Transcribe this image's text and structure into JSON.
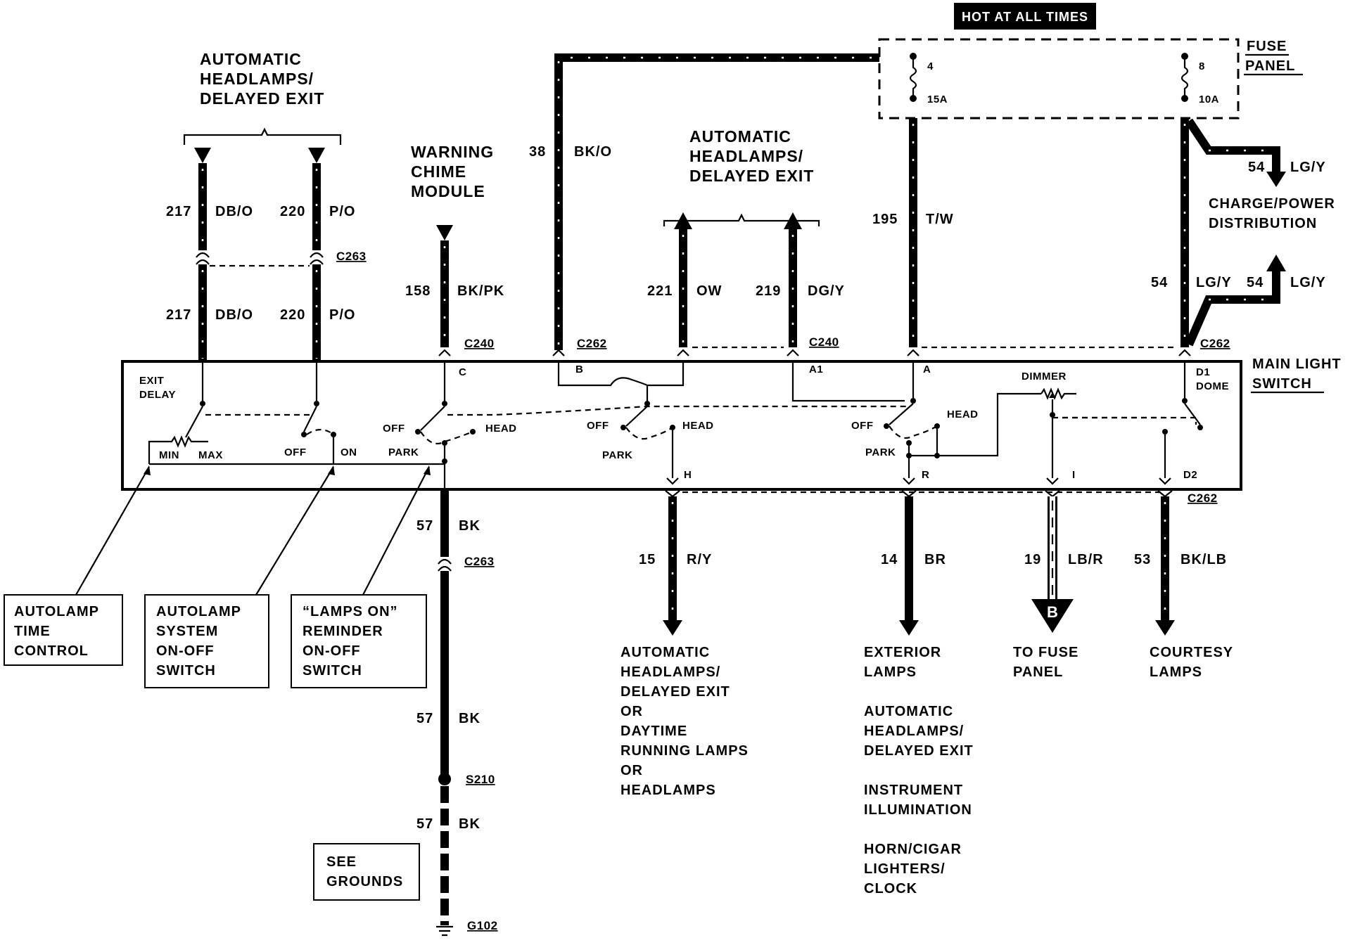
{
  "hot_label": "HOT AT ALL TIMES",
  "fuse_panel": {
    "label_line1": "FUSE",
    "label_line2": "PANEL",
    "fuse_a_num": "4",
    "fuse_a_amp": "15A",
    "fuse_b_num": "8",
    "fuse_b_amp": "10A"
  },
  "switch_label": {
    "line1": "MAIN LIGHT",
    "line2": "SWITCH"
  },
  "connectors": {
    "c263": "C263",
    "c240": "C240",
    "c262": "C262",
    "s210": "S210",
    "g102": "G102"
  },
  "destinations": {
    "auto_headlamps_left": [
      "AUTOMATIC",
      "HEADLAMPS/",
      "DELAYED EXIT"
    ],
    "auto_headlamps_mid": [
      "AUTOMATIC",
      "HEADLAMPS/",
      "DELAYED EXIT"
    ],
    "warning_chime": [
      "WARNING",
      "CHIME",
      "MODULE"
    ],
    "charge_power": [
      "CHARGE/POWER",
      "DISTRIBUTION"
    ],
    "out_r_y": [
      "AUTOMATIC",
      "HEADLAMPS/",
      "DELAYED EXIT",
      " OR",
      "DAYTIME",
      "RUNNING LAMPS",
      "  OR",
      "HEADLAMPS"
    ],
    "out_br_a": [
      "EXTERIOR",
      "LAMPS"
    ],
    "out_br_b": [
      "AUTOMATIC",
      "HEADLAMPS/",
      "DELAYED EXIT"
    ],
    "out_br_c": [
      "INSTRUMENT",
      "ILLUMINATION"
    ],
    "out_br_d": [
      "HORN/CIGAR",
      "LIGHTERS/",
      "CLOCK"
    ],
    "to_fuse_panel": [
      "TO FUSE",
      "PANEL"
    ],
    "courtesy": [
      "COURTESY",
      "LAMPS"
    ],
    "fuse_ref": "B"
  },
  "callouts": {
    "autolamp_time": [
      "AUTOLAMP",
      "TIME",
      "CONTROL"
    ],
    "autolamp_system": [
      "AUTOLAMP",
      "SYSTEM",
      "ON-OFF",
      "SWITCH"
    ],
    "lamps_on": [
      "“LAMPS ON”",
      "REMINDER",
      "ON-OFF",
      "SWITCH"
    ],
    "see_grounds": [
      "SEE",
      "GROUNDS"
    ]
  },
  "wires": {
    "w217_num": "217",
    "w217_color": "DB/O",
    "w220_num": "220",
    "w220_color": "P/O",
    "w158_num": "158",
    "w158_color": "BK/PK",
    "w38_num": "38",
    "w38_color": "BK/O",
    "w221_num": "221",
    "w221_color": "OW",
    "w219_num": "219",
    "w219_color": "DG/Y",
    "w195_num": "195",
    "w195_color": "T/W",
    "w54_num": "54",
    "w54_color": "LG/Y",
    "w57_num": "57",
    "w57_color": "BK",
    "w15_num": "15",
    "w15_color": "R/Y",
    "w14_num": "14",
    "w14_color": "BR",
    "w19_num": "19",
    "w19_color": "LB/R",
    "w53_num": "53",
    "w53_color": "BK/LB"
  },
  "pins": {
    "c": "C",
    "b": "B",
    "a1": "A1",
    "a": "A",
    "d1": "D1",
    "h": "H",
    "r": "R",
    "i": "I",
    "d2": "D2"
  },
  "switch_labels": {
    "exit": "EXIT",
    "delay": "DELAY",
    "min": "MIN",
    "max": "MAX",
    "off": "OFF",
    "on": "ON",
    "head": "HEAD",
    "park": "PARK",
    "dimmer": "DIMMER",
    "dome": "DOME"
  }
}
